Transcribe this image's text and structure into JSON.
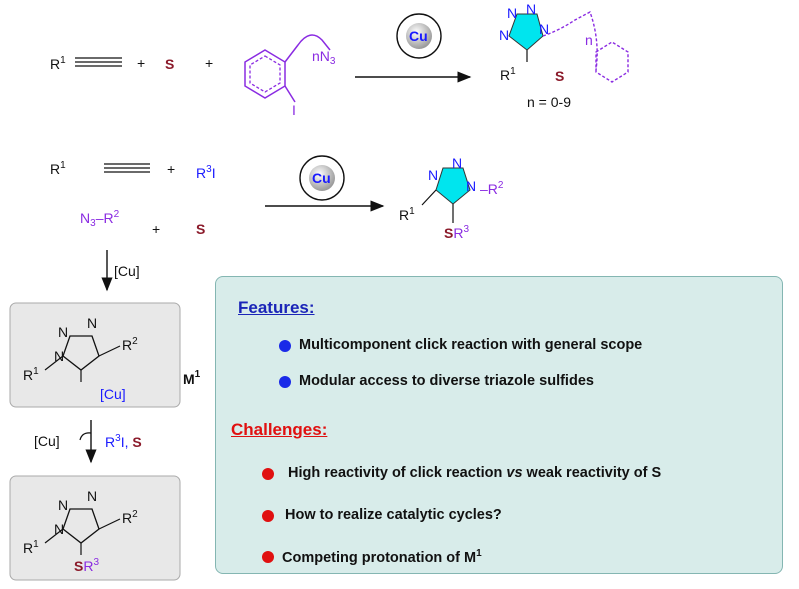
{
  "reaction1": {
    "alkyne_r": "R",
    "alkyne_sup": "1",
    "plus": "+",
    "sulfur": "S",
    "azide_n": "n",
    "azide_n3": "N",
    "azide_sub3": "3",
    "iodine": "I",
    "catalyst": "Cu",
    "product_n_range": "n = 0-9",
    "product_r": "R",
    "product_sup": "1",
    "product_s": "S",
    "product_n": "n"
  },
  "reaction2": {
    "alkyne_r": "R",
    "alkyne_sup": "1",
    "iodide_r": "R",
    "iodide_sup": "3",
    "iodide_i": "I",
    "azide_n": "N",
    "azide_sub": "3",
    "azide_r": "–R",
    "azide_sup": "2",
    "sulfur": "S",
    "catalyst": "Cu",
    "product_r1": "R",
    "product_r1_sup": "1",
    "product_r2": "–R",
    "product_r2_sup": "2",
    "product_s": "S",
    "product_sr": "R",
    "product_sr_sup": "3"
  },
  "mechanism": {
    "step1_label": "[Cu]",
    "m1_label": "M",
    "m1_sup": "1",
    "m1_cu": "[Cu]",
    "step2_left": "[Cu]",
    "step2_r": "R",
    "step2_sup": "3",
    "step2_i": "I,",
    "step2_s": "S",
    "r1": "R",
    "r1_sup": "1",
    "r2": "R",
    "r2_sup": "2",
    "sr": "R",
    "sr_s": "S",
    "sr_sup": "3",
    "n": "N"
  },
  "panel": {
    "features_title": "Features:",
    "features": [
      "Multicomponent click reaction with general scope",
      "Modular access to diverse triazole sulfides"
    ],
    "challenges_title": "Challenges:",
    "challenge_1_a": "High reactivity of click reaction ",
    "challenge_1_vs": "vs",
    "challenge_1_b": " weak reactivity of S",
    "challenge_2": "How to realize catalytic cycles?",
    "challenge_3": "Competing protonation of M",
    "challenge_3_sup": "1"
  },
  "colors": {
    "blue": "#1a1aff",
    "purple": "#8a2be2",
    "maroon": "#8b1a2a",
    "cyan": "#00e5ee",
    "box_bg": "#d8ecea",
    "red": "#e01010"
  }
}
